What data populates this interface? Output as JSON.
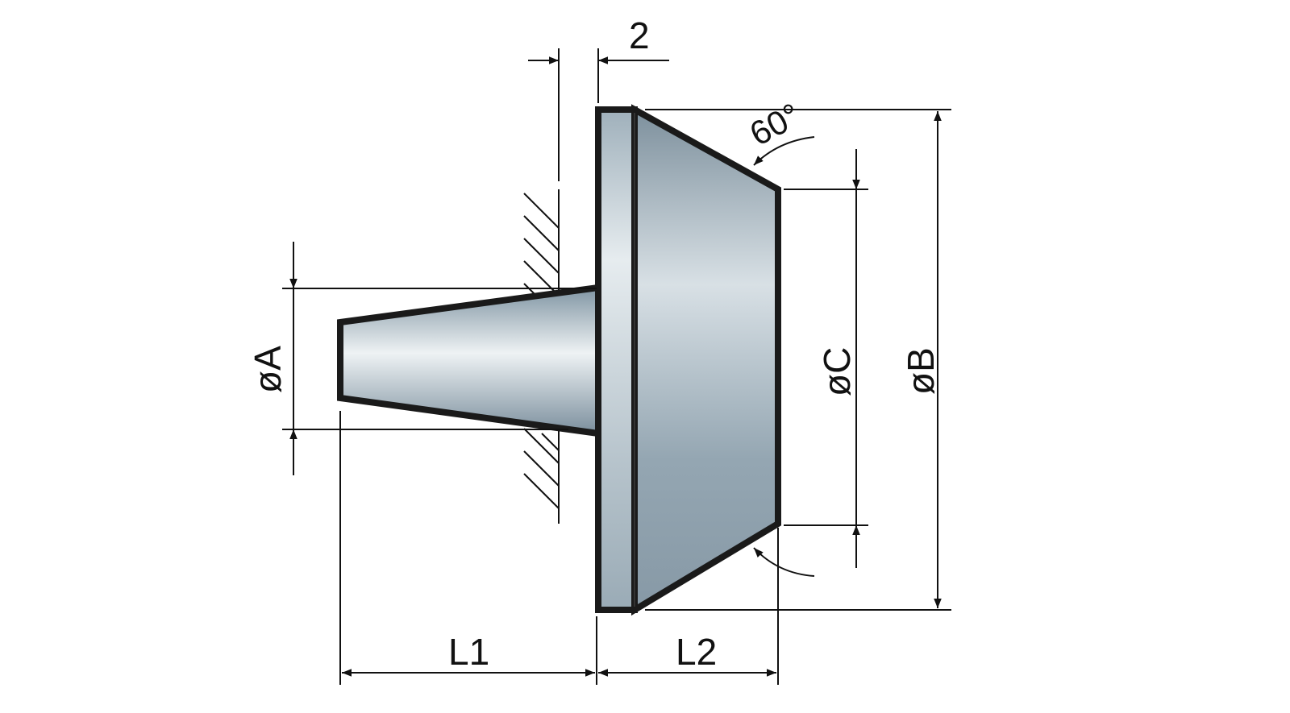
{
  "title": "Tapered shank center with 60° cone flange",
  "labels": {
    "gap": "2",
    "angle": "60°",
    "dia_a": "øA",
    "dia_b": "øB",
    "dia_c": "øC",
    "l1": "L1",
    "l2": "L2"
  },
  "colors": {
    "outline": "#1a1a1a",
    "metal_dark": "#7a8e9c",
    "metal_light": "#e4eaee"
  }
}
